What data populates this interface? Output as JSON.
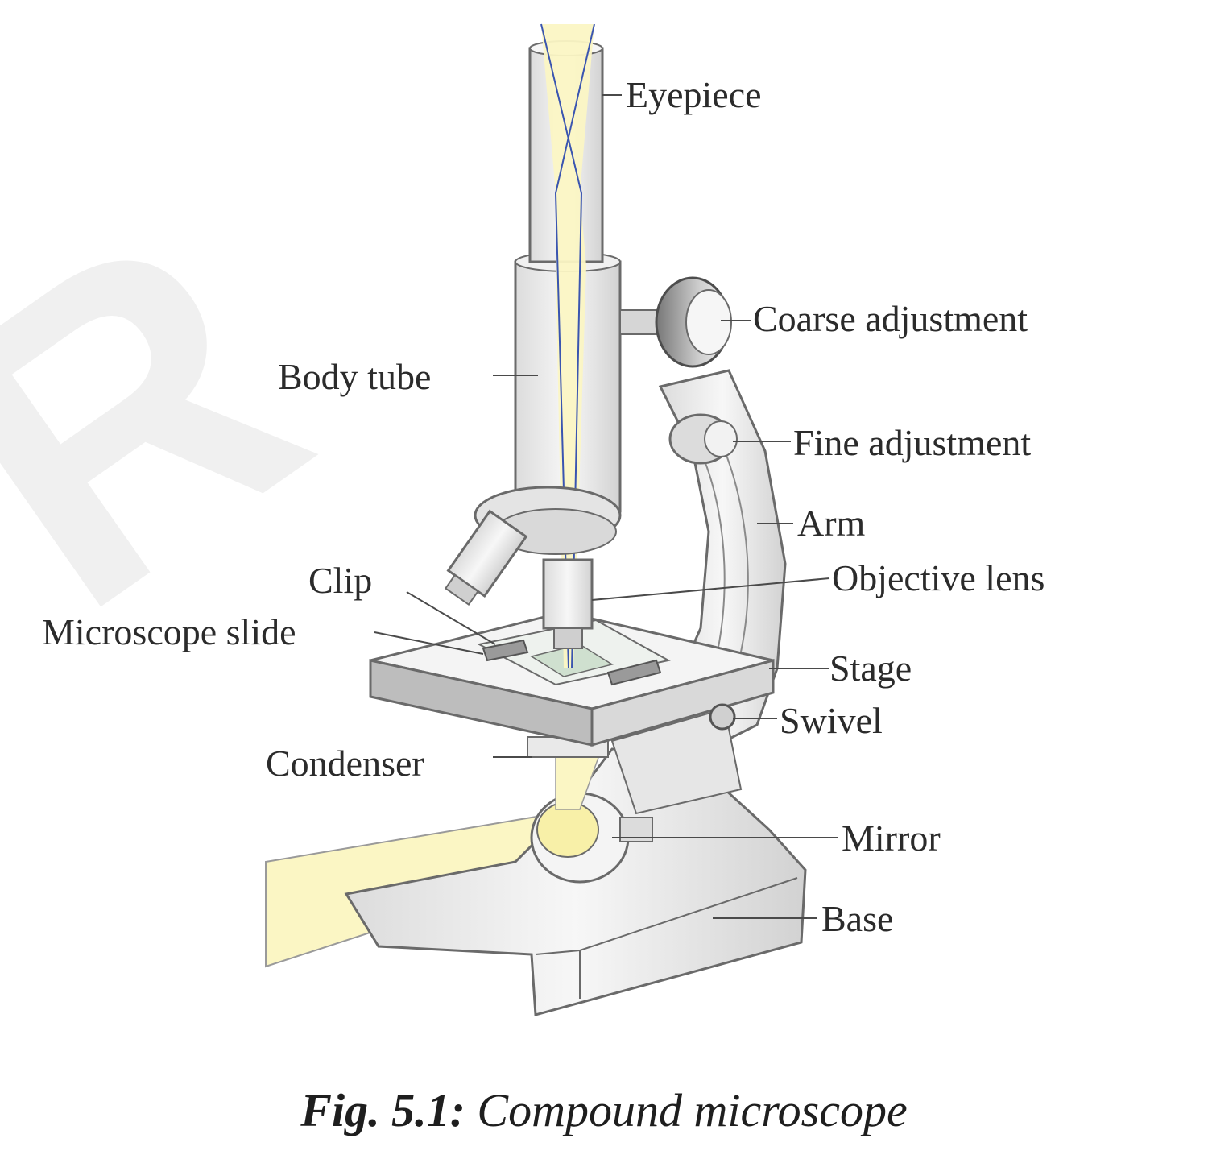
{
  "diagram": {
    "labels": {
      "eyepiece": "Eyepiece",
      "coarse_adjustment": "Coarse adjustment",
      "body_tube": "Body tube",
      "fine_adjustment": "Fine adjustment",
      "arm": "Arm",
      "clip": "Clip",
      "objective_lens": "Objective lens",
      "microscope_slide": "Microscope slide",
      "stage": "Stage",
      "swivel": "Swivel",
      "condenser": "Condenser",
      "mirror": "Mirror",
      "base": "Base"
    },
    "caption": {
      "number": "Fig. 5.1:",
      "text": "Compound microscope"
    },
    "colors": {
      "light_beam": "#fbf6c4",
      "metal": "#eeeeee",
      "outline": "#6a6a6a",
      "ray": "#3a55b0"
    }
  }
}
